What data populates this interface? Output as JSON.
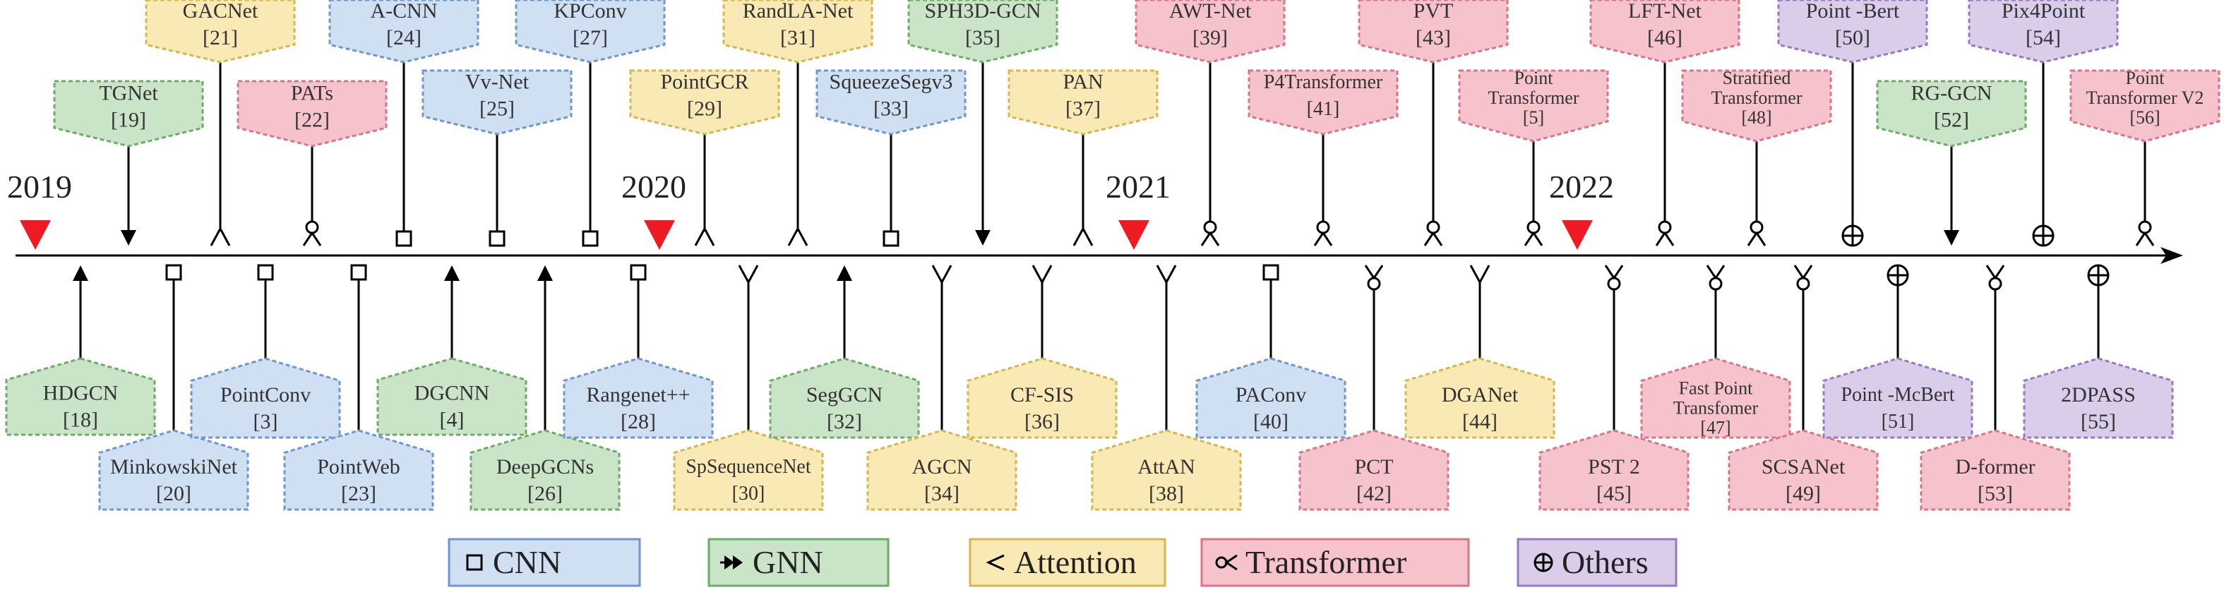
{
  "colors": {
    "CNN": {
      "fill": "#cfe0f2",
      "stroke": "#6f96cf"
    },
    "GNN": {
      "fill": "#c9e4c6",
      "stroke": "#6dac67"
    },
    "Attention": {
      "fill": "#f9e9b4",
      "stroke": "#d7b74d"
    },
    "Transformer": {
      "fill": "#f6c3cc",
      "stroke": "#d9758a"
    },
    "Others": {
      "fill": "#d9cdea",
      "stroke": "#9779c2"
    }
  },
  "years": [
    {
      "label": "2019"
    },
    {
      "label": "2020"
    },
    {
      "label": "2021"
    },
    {
      "label": "2022"
    }
  ],
  "top_models": [
    {
      "lines": [
        "GACNet",
        "[21]"
      ],
      "cat": "Attention"
    },
    {
      "lines": [
        "TGNet",
        "[19]"
      ],
      "cat": "GNN"
    },
    {
      "lines": [
        "PATs",
        "[22]"
      ],
      "cat": "Transformer"
    },
    {
      "lines": [
        "A-CNN",
        "[24]"
      ],
      "cat": "CNN"
    },
    {
      "lines": [
        "Vv-Net",
        "[25]"
      ],
      "cat": "CNN"
    },
    {
      "lines": [
        "KPConv",
        "[27]"
      ],
      "cat": "CNN"
    },
    {
      "lines": [
        "PointGCR",
        "[29]"
      ],
      "cat": "Attention"
    },
    {
      "lines": [
        "RandLA-Net",
        "[31]"
      ],
      "cat": "Attention"
    },
    {
      "lines": [
        "SqueezeSegv3",
        "[33]"
      ],
      "cat": "CNN"
    },
    {
      "lines": [
        "SPH3D-GCN",
        "[35]"
      ],
      "cat": "GNN"
    },
    {
      "lines": [
        "PAN",
        "[37]"
      ],
      "cat": "Attention"
    },
    {
      "lines": [
        "AWT-Net",
        "[39]"
      ],
      "cat": "Transformer"
    },
    {
      "lines": [
        "P4Transformer",
        "[41]"
      ],
      "cat": "Transformer"
    },
    {
      "lines": [
        "PVT",
        "[43]"
      ],
      "cat": "Transformer"
    },
    {
      "lines": [
        "Point",
        "Transformer",
        "[5]"
      ],
      "cat": "Transformer"
    },
    {
      "lines": [
        "LFT-Net",
        "[46]"
      ],
      "cat": "Transformer"
    },
    {
      "lines": [
        "Stratified",
        "Transformer",
        "[48]"
      ],
      "cat": "Transformer"
    },
    {
      "lines": [
        "Point -Bert",
        "[50]"
      ],
      "cat": "Others"
    },
    {
      "lines": [
        "RG-GCN",
        "[52]"
      ],
      "cat": "GNN"
    },
    {
      "lines": [
        "Pix4Point",
        "[54]"
      ],
      "cat": "Others"
    },
    {
      "lines": [
        "Point",
        "Transformer V2",
        "[56]"
      ],
      "cat": "Transformer"
    }
  ],
  "bottom_models": [
    {
      "lines": [
        "HDGCN",
        "[18]"
      ],
      "cat": "GNN"
    },
    {
      "lines": [
        "MinkowskiNet",
        "[20]"
      ],
      "cat": "CNN"
    },
    {
      "lines": [
        "PointConv",
        "[3]"
      ],
      "cat": "CNN"
    },
    {
      "lines": [
        "PointWeb",
        "[23]"
      ],
      "cat": "CNN"
    },
    {
      "lines": [
        "DGCNN",
        "[4]"
      ],
      "cat": "GNN"
    },
    {
      "lines": [
        "DeepGCNs",
        "[26]"
      ],
      "cat": "GNN"
    },
    {
      "lines": [
        "Rangenet++",
        "[28]"
      ],
      "cat": "CNN"
    },
    {
      "lines": [
        "SpSequenceNet",
        "[30]"
      ],
      "cat": "Attention"
    },
    {
      "lines": [
        "SegGCN",
        "[32]"
      ],
      "cat": "GNN"
    },
    {
      "lines": [
        "AGCN",
        "[34]"
      ],
      "cat": "Attention"
    },
    {
      "lines": [
        "CF-SIS",
        "[36]"
      ],
      "cat": "Attention"
    },
    {
      "lines": [
        "AttAN",
        "[38]"
      ],
      "cat": "Attention"
    },
    {
      "lines": [
        "PAConv",
        "[40]"
      ],
      "cat": "CNN"
    },
    {
      "lines": [
        "PCT",
        "[42]"
      ],
      "cat": "Transformer"
    },
    {
      "lines": [
        "DGANet",
        "[44]"
      ],
      "cat": "Attention"
    },
    {
      "lines": [
        "PST 2",
        "[45]"
      ],
      "cat": "Transformer"
    },
    {
      "lines": [
        "Fast Point",
        "Transfomer",
        "[47]"
      ],
      "cat": "Transformer"
    },
    {
      "lines": [
        "SCSANet",
        "[49]"
      ],
      "cat": "Transformer"
    },
    {
      "lines": [
        "Point -McBert",
        "[51]"
      ],
      "cat": "Others"
    },
    {
      "lines": [
        "D-former",
        "[53]"
      ],
      "cat": "Transformer"
    },
    {
      "lines": [
        "2DPASS",
        "[55]"
      ],
      "cat": "Others"
    }
  ],
  "legend": [
    {
      "cat": "CNN",
      "symbol": "□",
      "label": "CNN"
    },
    {
      "cat": "GNN",
      "symbol": "▸▸",
      "label": "GNN"
    },
    {
      "cat": "Attention",
      "symbol": "<",
      "label": "Attention"
    },
    {
      "cat": "Transformer",
      "symbol": "∝",
      "label": "Transformer"
    },
    {
      "cat": "Others",
      "symbol": "⊕",
      "label": "Others"
    }
  ]
}
